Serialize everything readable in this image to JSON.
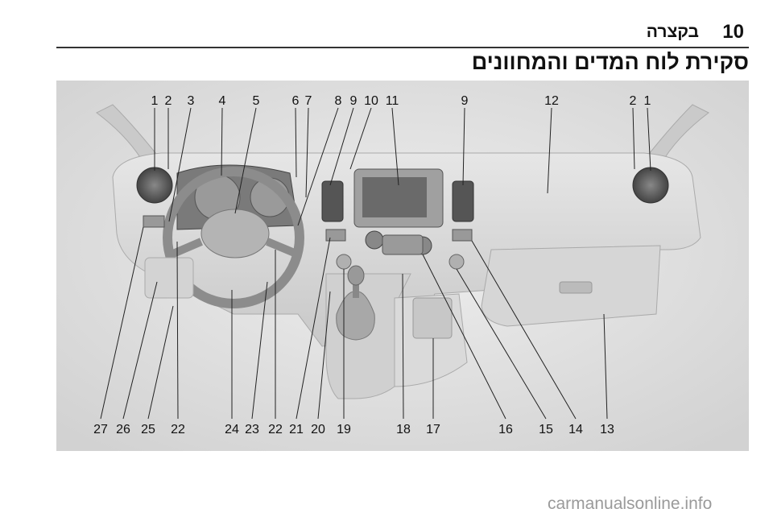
{
  "header": {
    "page_number": "10",
    "section_title": "בקצרה"
  },
  "page_heading": "סקירת לוח המדים והמחוונים",
  "figure": {
    "top_callouts": [
      "1",
      "2",
      "3",
      "4",
      "5",
      "6",
      "7",
      "8",
      "9",
      "10",
      "11",
      "9",
      "12",
      "2",
      "1"
    ],
    "bottom_callouts": [
      "27",
      "26",
      "25",
      "22",
      "24",
      "23",
      "22",
      "21",
      "20",
      "19",
      "18",
      "17",
      "16",
      "15",
      "14",
      "13"
    ]
  },
  "watermark": "carmanualsonline.info",
  "colors": {
    "background": "#ffffff",
    "figure_background": "#dedede",
    "dashboard_shade": "#cfcfcf",
    "text": "#111111",
    "watermark": "#9a9a9a"
  }
}
